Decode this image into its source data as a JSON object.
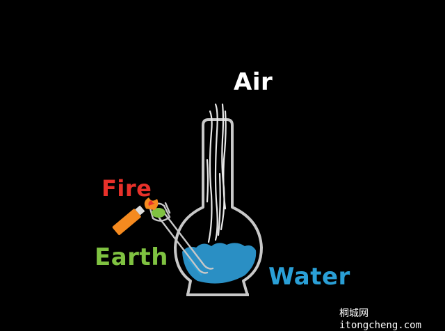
{
  "labels": {
    "air": "Air",
    "fire": "Fire",
    "earth": "Earth",
    "water": "Water"
  },
  "watermark": "桐城网 itongcheng.com",
  "colors": {
    "background": "#000000",
    "air": "#ffffff",
    "fire": "#e8312a",
    "earth": "#7fc241",
    "water": "#2a9fd6",
    "lighter": "#f58a1f",
    "glass": "#c8c8c8"
  }
}
